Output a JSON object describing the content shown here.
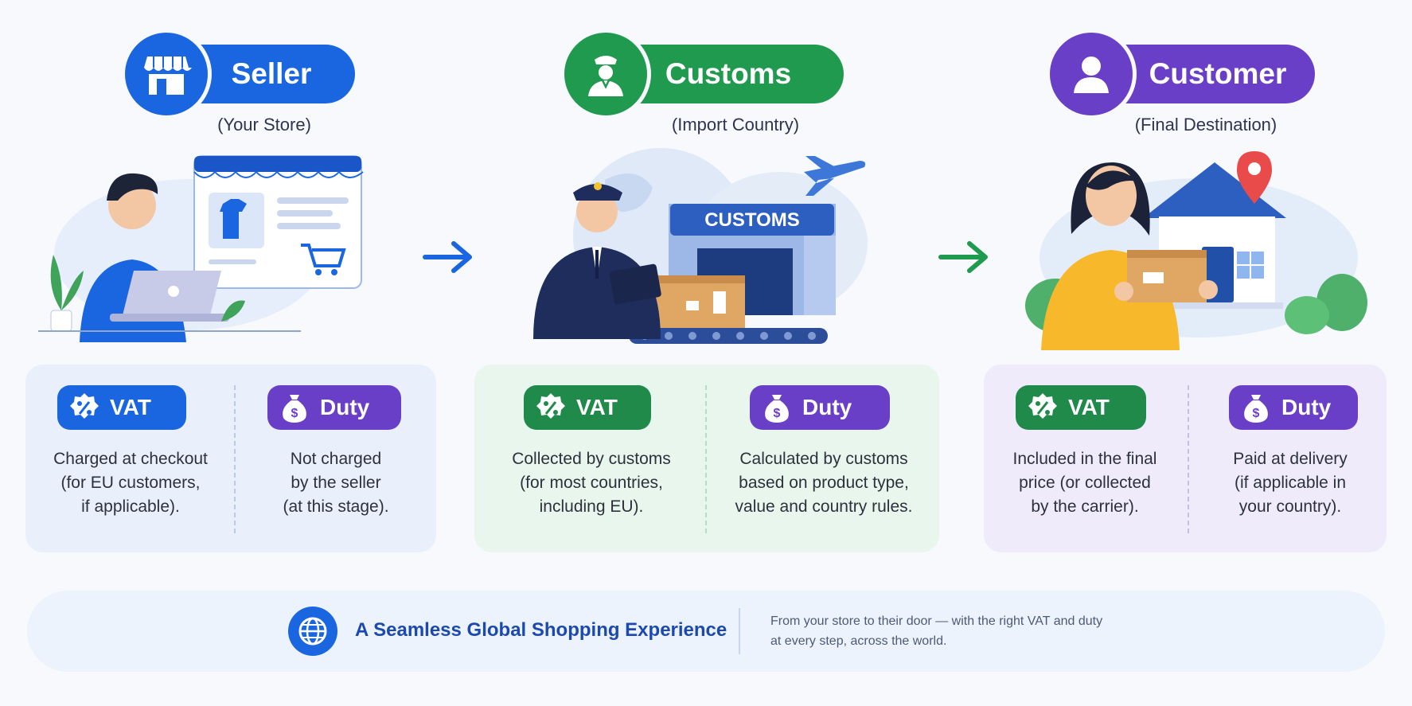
{
  "columns": [
    {
      "id": "seller",
      "title": "Seller",
      "subtitle": "(Your Store)",
      "icon": "storefront-icon",
      "color": "#1a66e0",
      "vat": {
        "label": "VAT",
        "text": "Charged at checkout\n(for EU customers,\nif applicable)."
      },
      "duty": {
        "label": "Duty",
        "text": "Not charged\nby the seller\n(at this stage)."
      }
    },
    {
      "id": "customs",
      "title": "Customs",
      "subtitle": "(Import Country)",
      "icon": "customs-officer-icon",
      "color": "#1f9a4e",
      "scene_sign": "CUSTOMS",
      "vat": {
        "label": "VAT",
        "text": "Collected by customs\n(for most countries,\nincluding EU)."
      },
      "duty": {
        "label": "Duty",
        "text": "Calculated by customs\nbased on product type,\nvalue and country rules."
      }
    },
    {
      "id": "customer",
      "title": "Customer",
      "subtitle": "(Final Destination)",
      "icon": "person-icon",
      "color": "#6a3fc8",
      "vat": {
        "label": "VAT",
        "text": "Included in the final\nprice (or collected\nby the carrier)."
      },
      "duty": {
        "label": "Duty",
        "text": "Paid at delivery\n(if applicable in\nyour country)."
      }
    }
  ],
  "footer": {
    "icon": "globe-icon",
    "title": "A Seamless Global Shopping Experience",
    "text": "From your store to their door — with the right VAT and duty\nat every step, across the world."
  },
  "colors": {
    "seller": "#1a66e0",
    "customs": "#1f9a4e",
    "customer": "#6a3fc8",
    "vat_green": "#1f8a4a",
    "duty_purple": "#6a3fc8"
  }
}
